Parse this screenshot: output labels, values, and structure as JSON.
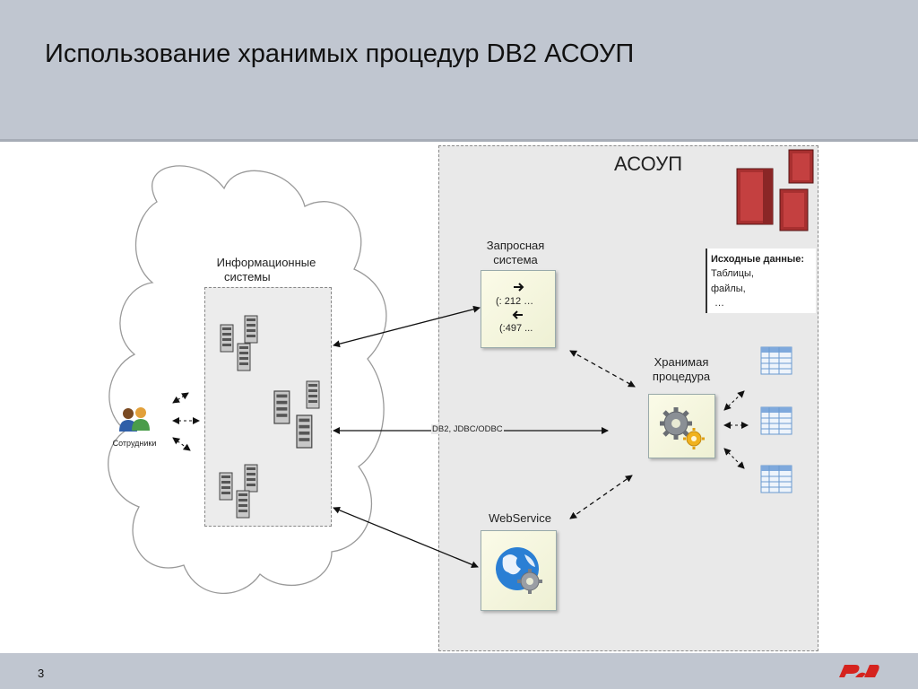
{
  "slide": {
    "title": "Использование хранимых процедур DB2 АСОУП",
    "page_number": "3"
  },
  "diagram": {
    "asoup_label": "АСОУП",
    "info_systems_label": [
      "Информационные",
      "системы"
    ],
    "employees_label": "Сотрудники",
    "query_system": {
      "label": [
        "Запросная",
        "система"
      ],
      "line1": "(: 212  …",
      "line2": "(:497 ..."
    },
    "stored_procedure_label": [
      "Хранимая",
      "процедура"
    ],
    "webservice_label": "WebService",
    "source_data": {
      "title": "Исходные данные:",
      "items": [
        "Таблицы,",
        "файлы,",
        "…"
      ]
    },
    "connection_label": "DB2, JDBC/ODBC"
  },
  "colors": {
    "header": "#c0c6d0",
    "asoup_area": "#e9e9e9",
    "server_red": "#b32a2a",
    "logo_red": "#d5231e"
  }
}
